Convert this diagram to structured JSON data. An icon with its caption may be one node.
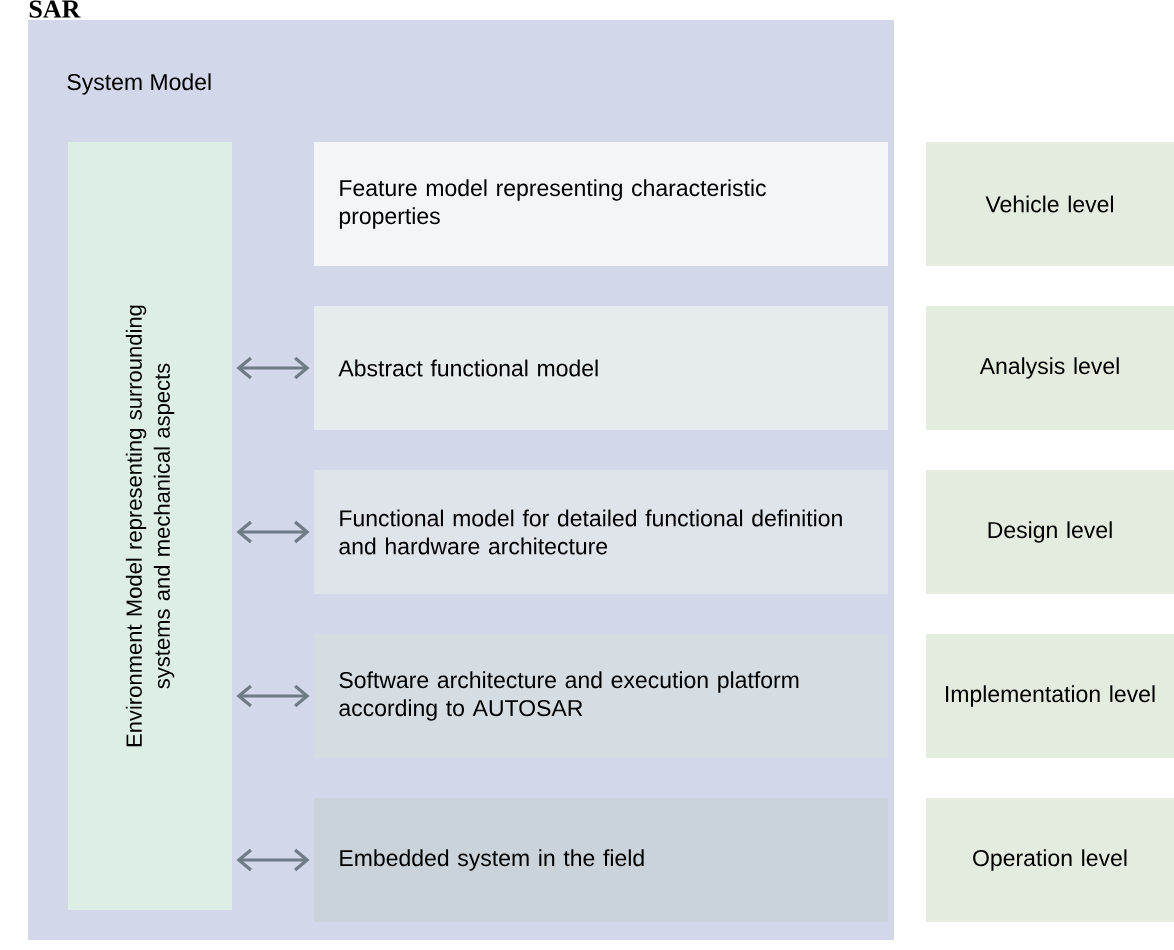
{
  "diagram": {
    "nodes": [
      {
        "text": [
          "System Model"
        ]
      },
      {
        "text": [
          "Environment Model representing surrounding systems and mechanical aspects"
        ],
        "in": 0
      },
      {
        "text": [
          "Feature model representing characteristic properties"
        ],
        "in": 0
      },
      {
        "text": [
          "Abstract functional model"
        ],
        "in": 0
      },
      {
        "text": [
          "Functional model for detailed functional definition and hardware architecture"
        ],
        "in": 0
      },
      {
        "text": [
          "Software architecture and execution platform according to AUTOSAR"
        ],
        "in": 0
      },
      {
        "text": [
          "Embedded system in the field"
        ],
        "in": 0
      },
      {
        "text": [
          "Vehicle level"
        ]
      },
      {
        "text": [
          "Analysis level"
        ]
      },
      {
        "text": [
          "Design level"
        ]
      },
      {
        "text": [
          "Implementation level"
        ]
      },
      {
        "text": [
          "Operation level"
        ]
      }
    ],
    "edges": [
      {
        "from": 1,
        "to": 3,
        "arrow": "both"
      },
      {
        "from": 1,
        "to": 4,
        "arrow": "both"
      },
      {
        "from": 1,
        "to": 5,
        "arrow": "both"
      },
      {
        "from": 1,
        "to": 6,
        "arrow": "both"
      }
    ],
    "labels": [
      "SAR"
    ]
  }
}
